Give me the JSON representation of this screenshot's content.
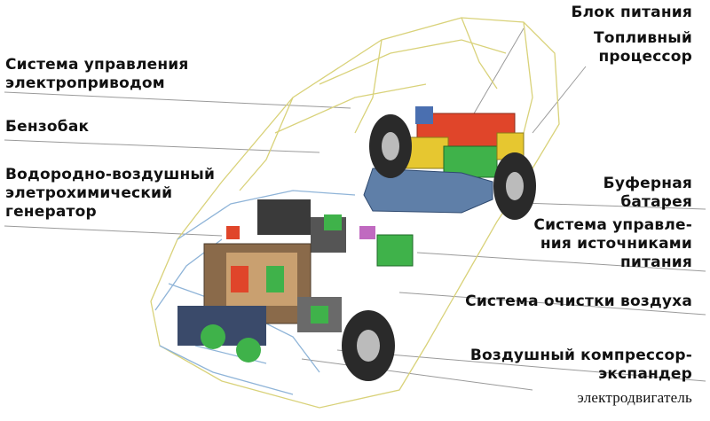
{
  "labels": {
    "power_block": "Блок питания",
    "fuel_processor_1": "Топливный",
    "fuel_processor_2": "процессор",
    "drive_control_1": "Система управления",
    "drive_control_2": "электроприводом",
    "fuel_tank": "Бензобак",
    "generator_1": "Водородно-воздушный",
    "generator_2": "элетрохимический",
    "generator_3": "генератор",
    "buffer_battery_1": "Буферная",
    "buffer_battery_2": "батарея",
    "power_control_1": "Система управле-",
    "power_control_2": "ния источниками",
    "power_control_3": "питания",
    "air_cleaning": "Система очистки воздуха",
    "compressor_1": "Воздушный компрессор-",
    "compressor_2": "экспандер",
    "motor": "электродвигатель"
  },
  "colors": {
    "wire_yellow": "#d9d27a",
    "wire_blue": "#8fb4d8",
    "leader_line": "#9a9a9a",
    "battery_red": "#e0452a",
    "unit_green": "#3fb24a",
    "unit_yellow": "#e6c730",
    "tank_blue": "#5f7fa8",
    "tire": "#2a2a2a"
  }
}
